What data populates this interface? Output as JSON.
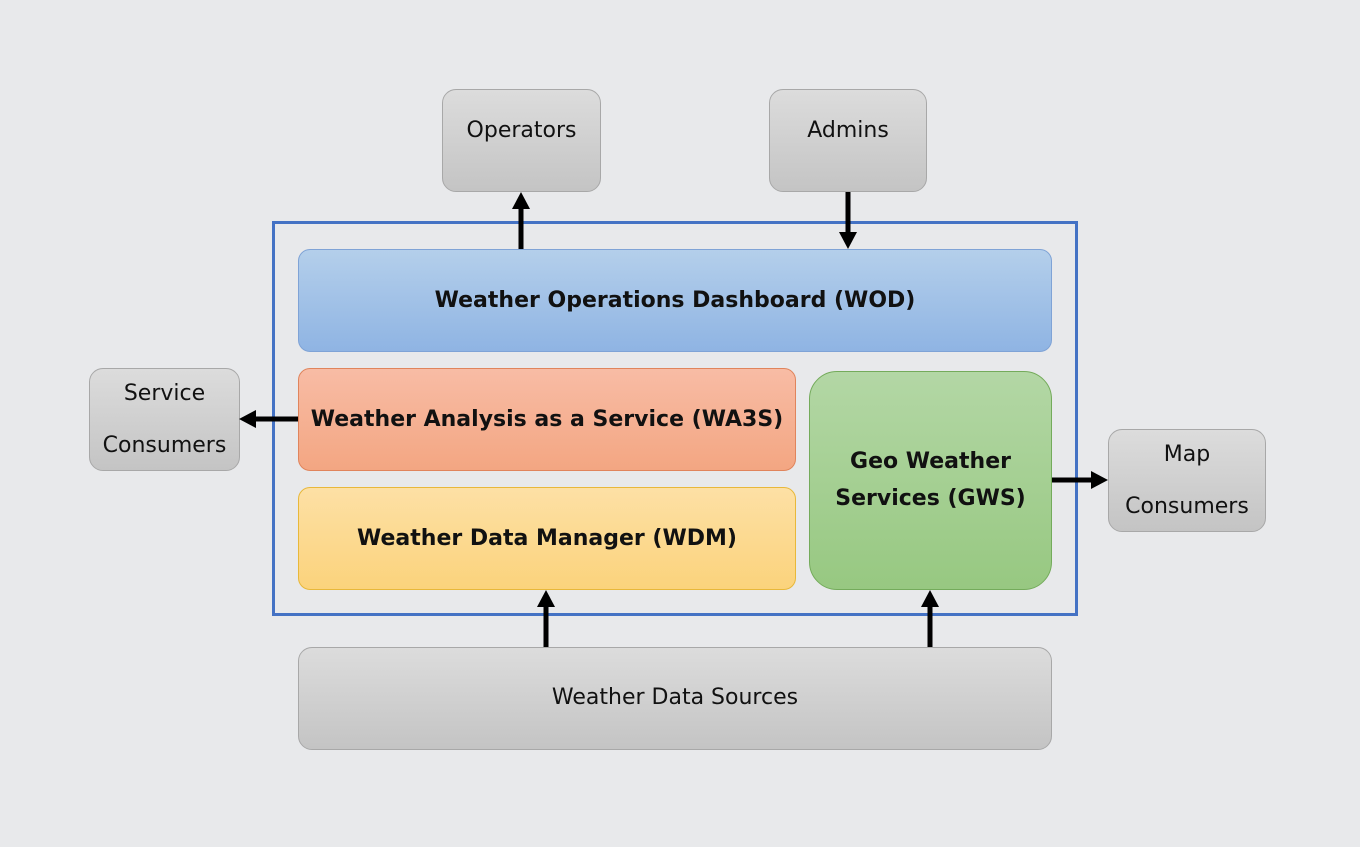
{
  "diagram": {
    "operators": "Operators",
    "admins": "Admins",
    "wod": "Weather Operations Dashboard (WOD)",
    "wa3s": "Weather Analysis as a Service (WA3S)",
    "wdm": "Weather Data Manager (WDM)",
    "gws": [
      "Geo Weather",
      "Services (GWS)"
    ],
    "service_consumers": [
      "Service",
      "Consumers"
    ],
    "map_consumers": [
      "Map",
      "Consumers"
    ],
    "data_sources": "Weather Data Sources"
  },
  "colors": {
    "background": "#e8e9eb",
    "frame": "#4472c4",
    "wod": "#a3c3e8",
    "wa3s": "#f5b092",
    "wdm": "#fcd98f",
    "gws": "#a6cf93",
    "external": "#d0d0d0",
    "arrow": "#000000"
  }
}
